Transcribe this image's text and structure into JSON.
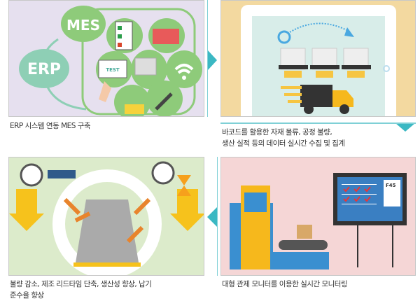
{
  "steps": [
    {
      "caption": "ERP 시스템 연동 MES 구축",
      "labels": {
        "erp": "ERP",
        "mes": "MES",
        "test": "TEST"
      }
    },
    {
      "caption_line1": "바코드를 활용한 자재 물류, 공정 불량,",
      "caption_line2": "생산 실적 등의 데이터 실시간 수집 및 집계"
    },
    {
      "caption_line1": "불량 감소, 제조 리드타임 단축, 생산성 향상, 납기",
      "caption_line2": "준수율 향상"
    },
    {
      "caption": "대형 관제 모니터를 이용한 실시간 모니터링",
      "labels": {
        "monitor_code": "F45"
      }
    }
  ],
  "colors": {
    "accent": "#3bb8c3",
    "panel1": "#e6e0ef",
    "panel2": "#f3d9a0",
    "panel3": "#dcebcb",
    "panel4": "#f5d6d6"
  }
}
